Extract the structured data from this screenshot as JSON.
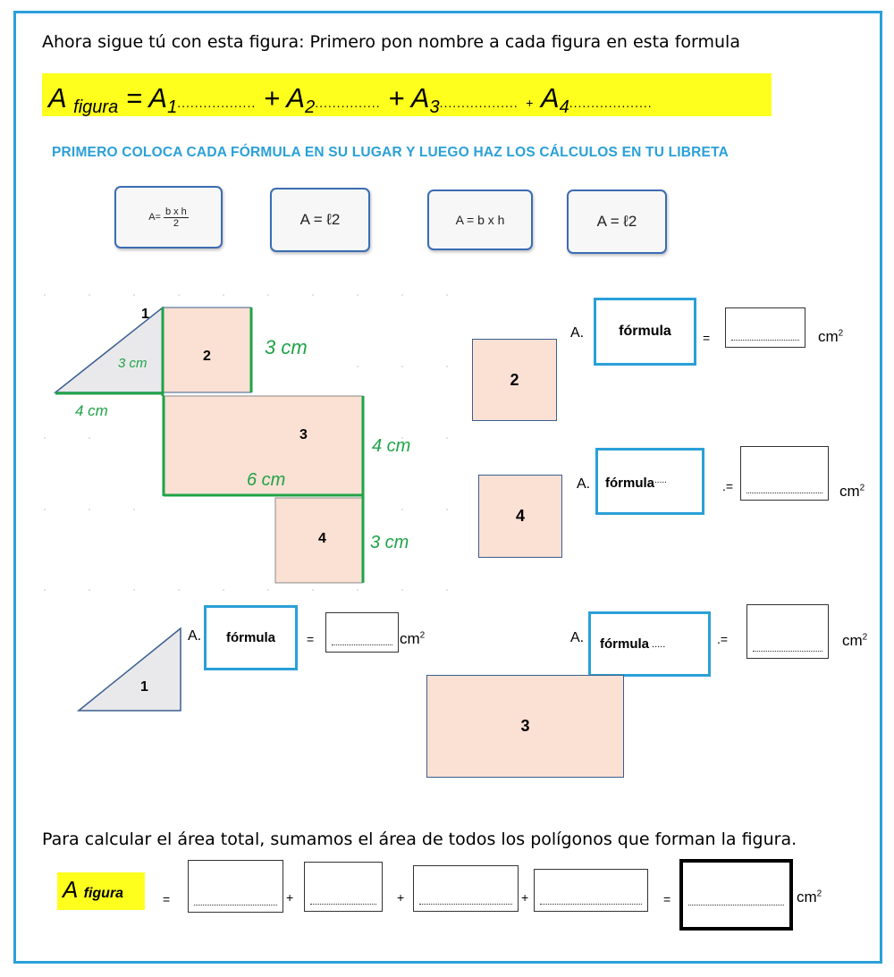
{
  "intro": "Ahora sigue tú con esta figura: Primero pon nombre a cada figura en esta formula",
  "formula": {
    "a_symbol": "A",
    "a_sub": "figura",
    "equals": "=",
    "plus": "+",
    "term1_sub": "1",
    "term2_sub": "2",
    "term3_sub": "3",
    "term4_sub": "4",
    "dots1": "..................",
    "dots2": "...............",
    "dots3": "..................",
    "dots4": "...................",
    "small_plus": "+"
  },
  "instruction": "PRIMERO COLOCA CADA FÓRMULA EN SU LUGAR Y LUEGO HAZ LOS CÁLCULOS EN TU LIBRETA",
  "formula_cards": [
    {
      "prefix": "A=",
      "numerator": "b x h",
      "denominator": "2"
    },
    {
      "text": "A = ℓ2"
    },
    {
      "text": "A = b x h"
    },
    {
      "text": "A = ℓ2"
    }
  ],
  "figure": {
    "labels": [
      "1",
      "2",
      "3",
      "4"
    ],
    "measure_3cm_triangle": "3 cm",
    "measure_4cm_base": "4 cm",
    "measure_3cm_top": "3 cm",
    "measure_4cm_right": "4 cm",
    "measure_6cm": "6 cm",
    "measure_3cm_bottom": "3 cm"
  },
  "rows": [
    {
      "shape": "2",
      "a_label": "A.",
      "box_text": "fórmula",
      "equals": "=",
      "unit": "cm",
      "exp": "2"
    },
    {
      "shape": "4",
      "a_label": "A.",
      "box_text": "fórmula",
      "box_dots": ".....",
      "equals": ".=",
      "unit": "cm",
      "exp": "2"
    },
    {
      "shape": "1",
      "a_label": "A.",
      "box_text": "fórmula",
      "equals": "=",
      "unit": "cm",
      "exp": "2"
    },
    {
      "shape": "3",
      "a_label": "A.",
      "box_text": "fórmula",
      "box_dots": ".....",
      "equals": ".=",
      "unit": "cm",
      "exp": "2"
    }
  ],
  "total": {
    "sentence": "Para calcular el área total, sumamos el área de todos los polígonos que forman la figura.",
    "a_symbol": "A",
    "a_sub": "figura",
    "equals": "=",
    "plus": "+",
    "unit": "cm",
    "exp": "2"
  },
  "colors": {
    "frame": "#2aa0d8",
    "highlight": "#ffff1e",
    "shape_fill": "#fbe0d4",
    "green": "#1fa347"
  }
}
